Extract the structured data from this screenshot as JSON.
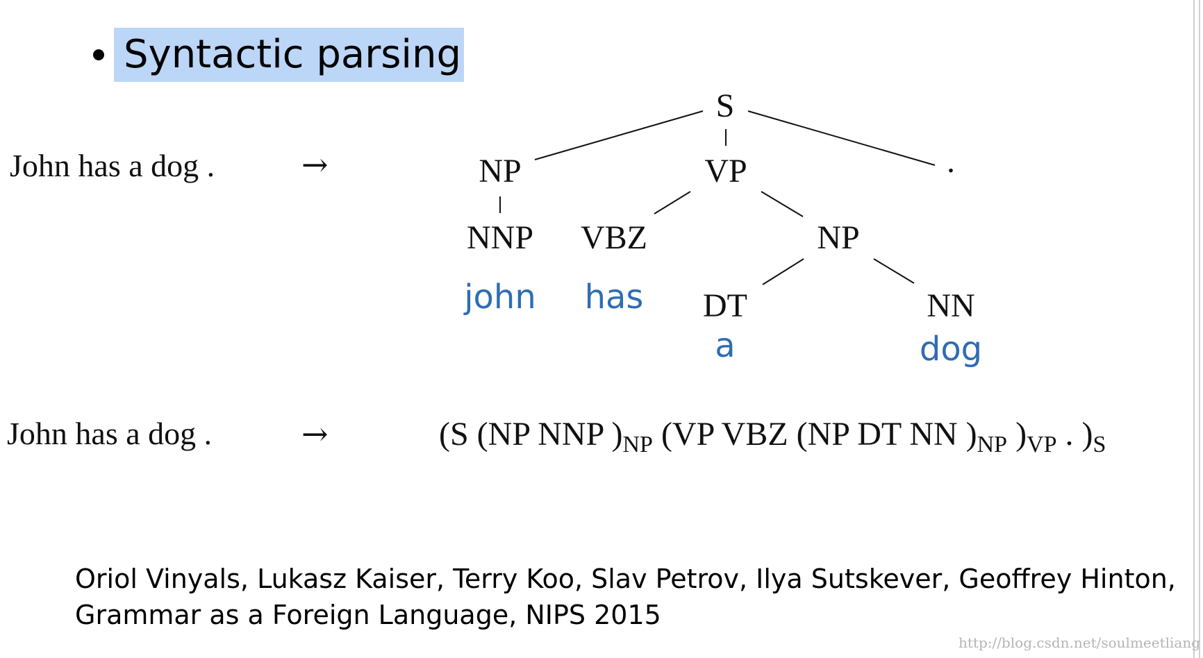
{
  "title": "Syntactic parsing",
  "sentence_1": "John has a dog .",
  "sentence_2": "John has a dog .",
  "arrow": "→",
  "tree": {
    "root": "S",
    "np_1": "NP",
    "vp": "VP",
    "period": ".",
    "nnp": "NNP",
    "vbz": "VBZ",
    "np_2": "NP",
    "dt": "DT",
    "nn": "NN",
    "words": {
      "john": "john",
      "has": "has",
      "a": "a",
      "dog": "dog"
    }
  },
  "linear": {
    "p1": "(S (NP NNP )",
    "s1": "NP",
    "p2": " (VP VBZ (NP DT NN )",
    "s2": "NP",
    "p3": " )",
    "s3": "VP",
    "p4": " . )",
    "s4": "S"
  },
  "citation": {
    "line1": "Oriol Vinyals, Lukasz Kaiser, Terry Koo, Slav Petrov, Ilya Sutskever, Geoffrey Hinton,",
    "line2": "Grammar as a Foreign Language, NIPS 2015"
  },
  "watermark": "http://blog.csdn.net/soulmeetliang",
  "colors": {
    "highlight": "#bcd6f7",
    "word_blue": "#2e6db4"
  }
}
